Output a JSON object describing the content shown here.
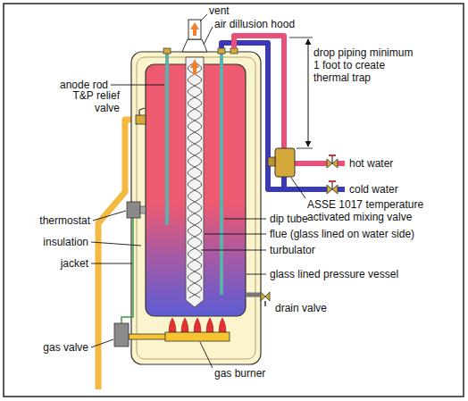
{
  "diagram": {
    "labels": [
      "vent",
      "air dillusion hood",
      "anode rod",
      "T&P relief valve",
      "drop piping minimum 1 foot to create thermal trap",
      "hot water",
      "cold water",
      "ASSE 1017 temperature activated mixing valve",
      "dip tube",
      "flue (glass lined on water side)",
      "turbulator",
      "glass lined pressure vessel",
      "thermostat",
      "insulation",
      "jacket",
      "drain valve",
      "gas valve",
      "gas burner"
    ]
  }
}
